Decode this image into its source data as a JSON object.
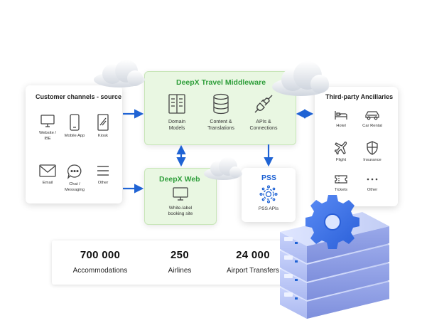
{
  "customer_channels": {
    "title": "Customer channels - source",
    "items": [
      {
        "label": "Website /\nIBE",
        "icon": "monitor-icon"
      },
      {
        "label": "Mobile App",
        "icon": "mobile-phone-icon"
      },
      {
        "label": "Kiosk",
        "icon": "kiosk-icon"
      },
      {
        "label": "Email",
        "icon": "envelope-icon"
      },
      {
        "label": "Chat /\nMessaging",
        "icon": "chat-bubble-icon"
      },
      {
        "label": "Other",
        "icon": "menu-lines-icon"
      }
    ]
  },
  "middleware": {
    "title": "DeepX Travel Middleware",
    "items": [
      {
        "label": "Domain\nModels",
        "icon": "book-icon"
      },
      {
        "label": "Content &\nTranslations",
        "icon": "database-icon"
      },
      {
        "label": "APIs &\nConnections",
        "icon": "plug-icon"
      }
    ]
  },
  "web": {
    "title": "DeepX Web",
    "label": "White-label\nbooking site",
    "icon": "monitor-icon"
  },
  "pss": {
    "title": "PSS",
    "label": "PSS APIs",
    "icon": "gear-network-icon"
  },
  "ancillaries": {
    "title": "Third-party Ancillaries",
    "items": [
      {
        "label": "Hotel",
        "icon": "bed-icon"
      },
      {
        "label": "Car Rental",
        "icon": "car-icon"
      },
      {
        "label": "Flight",
        "icon": "airplane-icon"
      },
      {
        "label": "Insurance",
        "icon": "shield-icon"
      },
      {
        "label": "Tickets",
        "icon": "ticket-icon"
      },
      {
        "label": "Other",
        "icon": "dots-icon"
      }
    ]
  },
  "stats": [
    {
      "value": "700 000",
      "label": "Accommodations"
    },
    {
      "value": "250",
      "label": "Airlines"
    },
    {
      "value": "24 000",
      "label": "Airport Transfers"
    }
  ],
  "colors": {
    "green": "#2e9e3a",
    "blue": "#1f63d4",
    "green_bg": "#e9f7e2"
  }
}
